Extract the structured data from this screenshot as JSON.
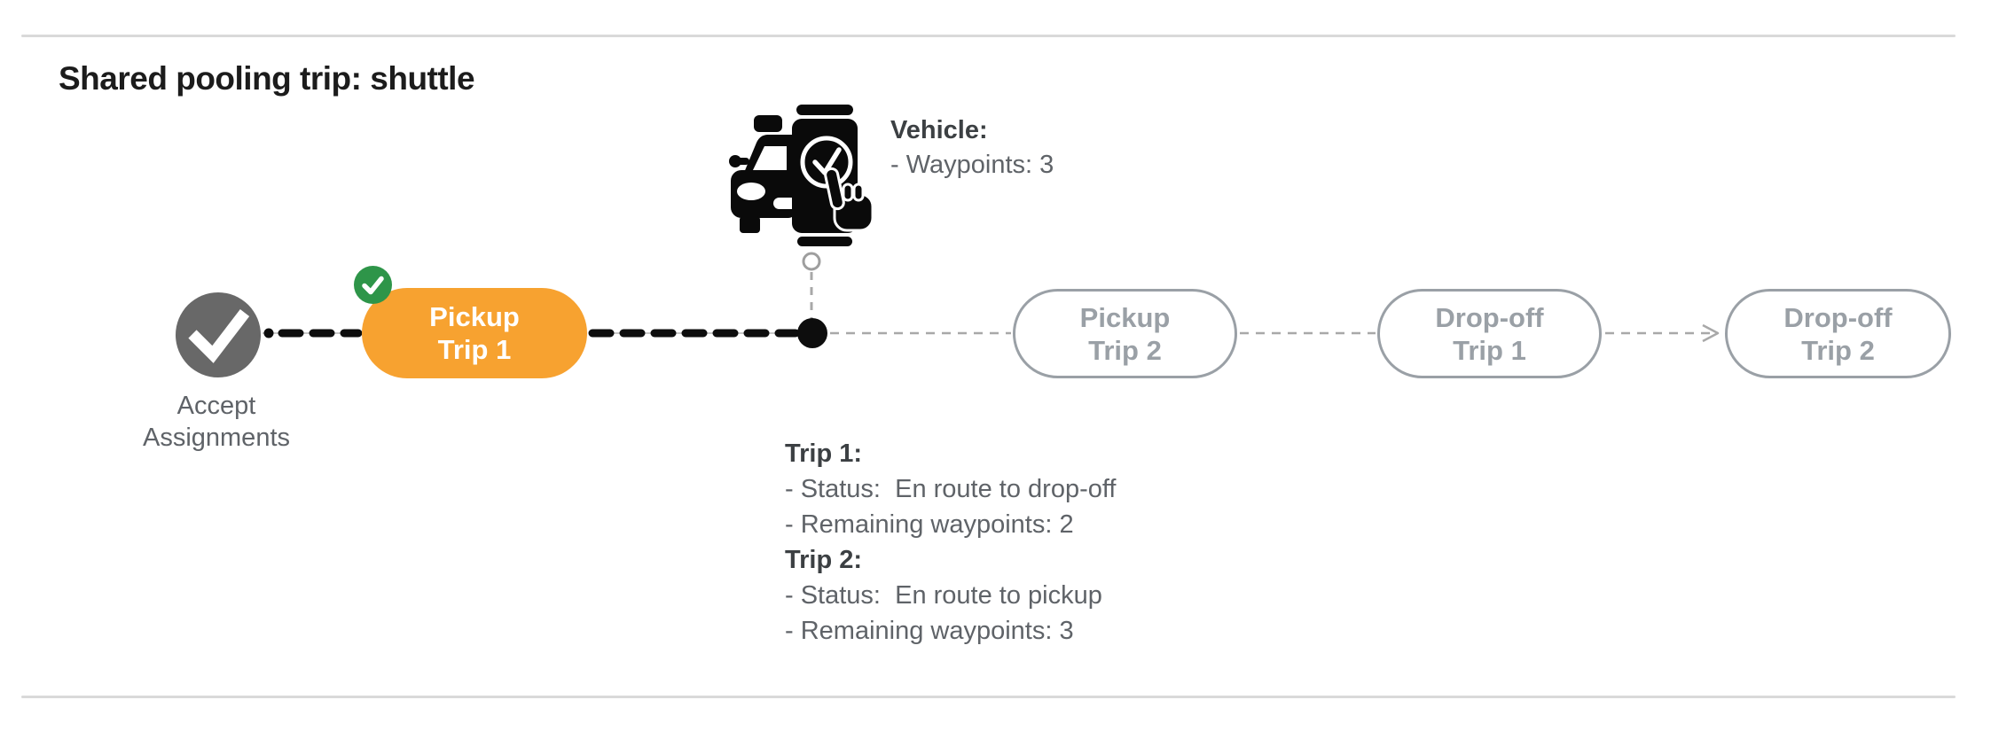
{
  "title": "Shared pooling trip: shuttle",
  "vehicle_info": {
    "label": "Vehicle:",
    "waypoints": "- Waypoints: 3"
  },
  "timeline": {
    "start_node": {
      "label": "Accept Assignments",
      "icon": "check-icon"
    },
    "vehicle_marker": {
      "icon": "car-phone-check-icon",
      "waypoint_count": 3
    },
    "pills": [
      {
        "line1": "Pickup",
        "line2": "Trip 1",
        "state": "completed"
      },
      {
        "line1": "Pickup",
        "line2": "Trip 2",
        "state": "planned"
      },
      {
        "line1": "Drop-off",
        "line2": "Trip 1",
        "state": "planned"
      },
      {
        "line1": "Drop-off",
        "line2": "Trip 2",
        "state": "planned"
      }
    ]
  },
  "trip_info": {
    "trip1": {
      "label": "Trip 1:",
      "status": "- Status:  En route to drop-off",
      "remaining": "- Remaining waypoints: 2"
    },
    "trip2": {
      "label": "Trip 2:",
      "status": "- Status:  En route to pickup",
      "remaining": "- Remaining waypoints: 3"
    }
  },
  "colors": {
    "title_text": "#1c1c1c",
    "body_text": "#5f6368",
    "label_text": "#3c4043",
    "pill_gray": "#9aa0a6",
    "orange": "#F7A230",
    "green": "#2E9549",
    "gray_node": "#686868",
    "connector_dark": "#0d0d0d",
    "connector_gray": "#a8a8a8",
    "rule": "#d9d9d9",
    "icon_black": "#0a0a0a"
  }
}
